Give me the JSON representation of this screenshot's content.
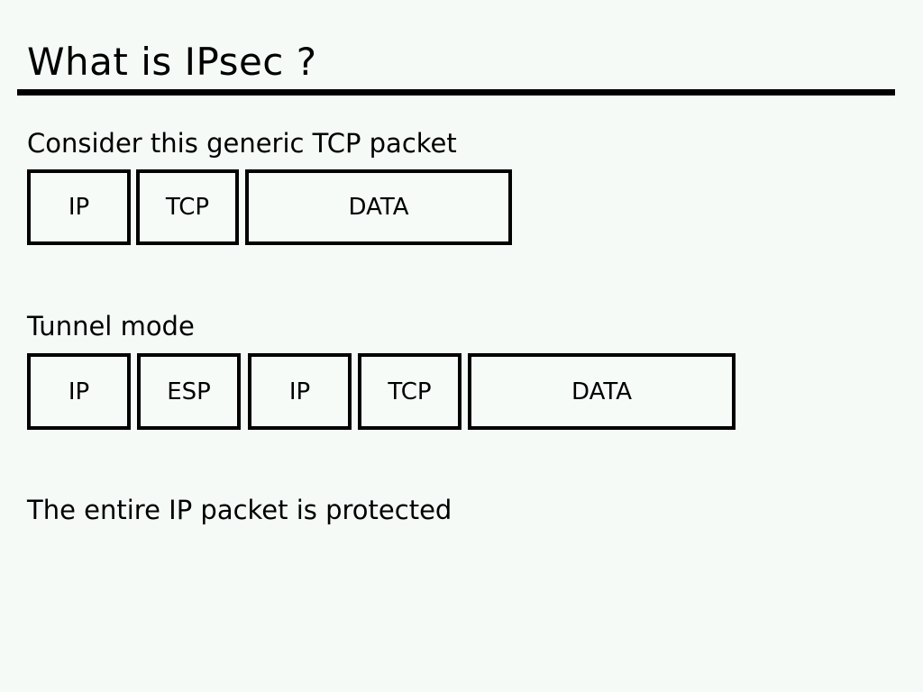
{
  "slide": {
    "title": "What is IPsec ?",
    "captions": {
      "generic": "Consider this generic TCP packet",
      "tunnel": "Tunnel mode",
      "protected": "The entire IP packet is protected"
    },
    "generic_packet": {
      "segments": [
        {
          "label": "IP"
        },
        {
          "label": "TCP"
        },
        {
          "label": "DATA"
        }
      ]
    },
    "tunnel_packet": {
      "segments": [
        {
          "label": "IP"
        },
        {
          "label": "ESP"
        },
        {
          "label": "IP"
        },
        {
          "label": "TCP"
        },
        {
          "label": "DATA"
        }
      ]
    },
    "colors": {
      "background": "#f5faf6",
      "text": "#000000",
      "box_border": "#000000",
      "title_rule": "#000000"
    }
  }
}
